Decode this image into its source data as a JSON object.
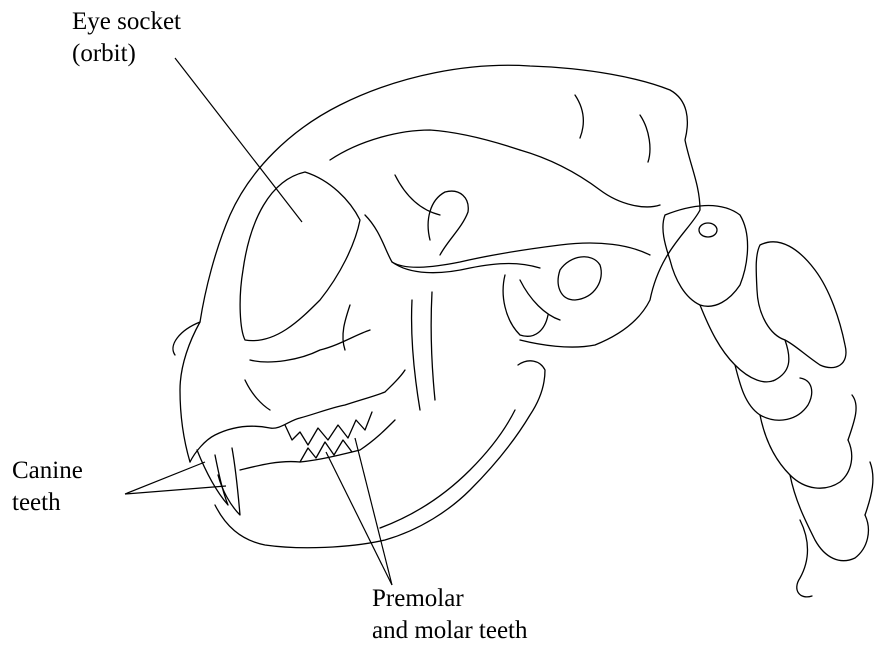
{
  "labels": {
    "eye_socket": {
      "line1": "Eye socket",
      "line2": "(orbit)"
    },
    "canine": {
      "line1": "Canine",
      "line2": "teeth"
    },
    "molars": {
      "line1": "Premolar",
      "line2": "and molar teeth"
    }
  },
  "colors": {
    "line": "#000000",
    "background": "#ffffff"
  }
}
